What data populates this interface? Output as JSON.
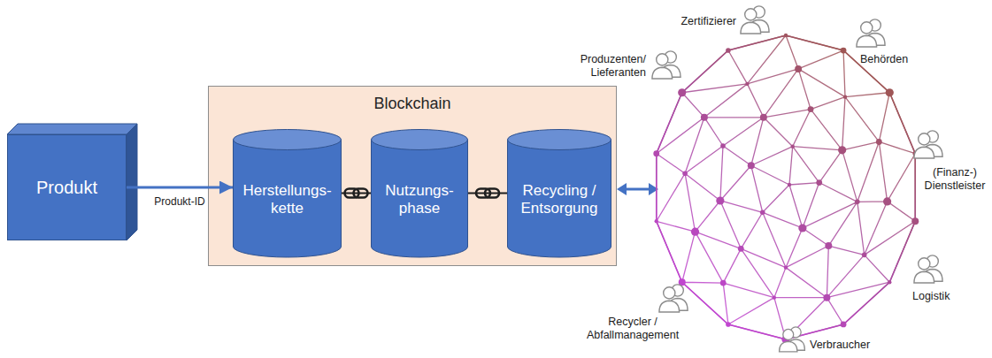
{
  "diagram": {
    "nodes": [
      {
        "text": [
          "Produkt"
        ]
      },
      {
        "text": [
          "Blockchain"
        ]
      },
      {
        "text": [
          "Herstellungs- kette"
        ],
        "in": 1
      },
      {
        "text": [
          "Nutzungs- phase"
        ],
        "in": 1
      },
      {
        "text": [
          "Recycling / Entsorgung"
        ],
        "in": 1
      }
    ],
    "edges": [
      {
        "from": 0,
        "to": 2,
        "arrow": "to",
        "label": "Produkt-ID"
      },
      {
        "from": 2,
        "to": 3,
        "arrow": "none"
      },
      {
        "from": 3,
        "to": 4,
        "arrow": "none"
      }
    ],
    "labels": [
      "Zertifizierer",
      "Produzenten/ Lieferanten",
      "Behörden",
      "(Finanz-) Dienstleister",
      "Logistik",
      "Recycler / Abfallmanagement",
      "Verbraucher"
    ]
  }
}
